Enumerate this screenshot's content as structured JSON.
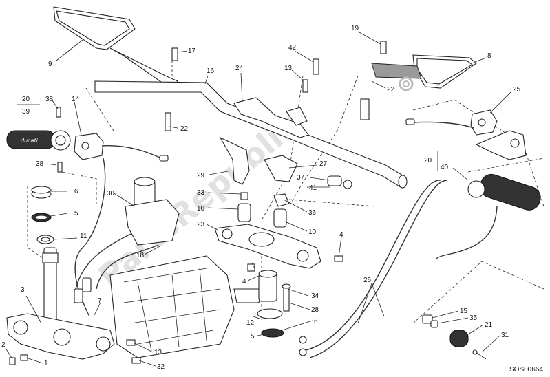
{
  "reference_code": "SOS00664",
  "watermark": "PartsRepublik",
  "callouts": {
    "c2": "2",
    "c1": "1",
    "c3": "3",
    "c4a": "4",
    "c4b": "4",
    "c5a": "5",
    "c5b": "5",
    "c6a": "6",
    "c6b": "6",
    "c7": "7",
    "c8": "8",
    "c9": "9",
    "c10a": "10",
    "c10b": "10",
    "c11": "11",
    "c12": "12",
    "c13a": "13",
    "c13b": "13",
    "c14": "14",
    "c15": "15",
    "c16": "16",
    "c17": "17",
    "c18": "18",
    "c19": "19",
    "c20a": "20",
    "c20b": "20",
    "c21": "21",
    "c22a": "22",
    "c22b": "22",
    "c23": "23",
    "c24": "24",
    "c25": "25",
    "c26": "26",
    "c27": "27",
    "c28": "28",
    "c29": "29",
    "c30": "30",
    "c31": "31",
    "c32": "32",
    "c33": "33",
    "c34": "34",
    "c35": "35",
    "c36": "36",
    "c37": "37",
    "c38a": "38",
    "c38b": "38",
    "c39": "39",
    "c40": "40",
    "c41": "41",
    "c42": "42"
  }
}
